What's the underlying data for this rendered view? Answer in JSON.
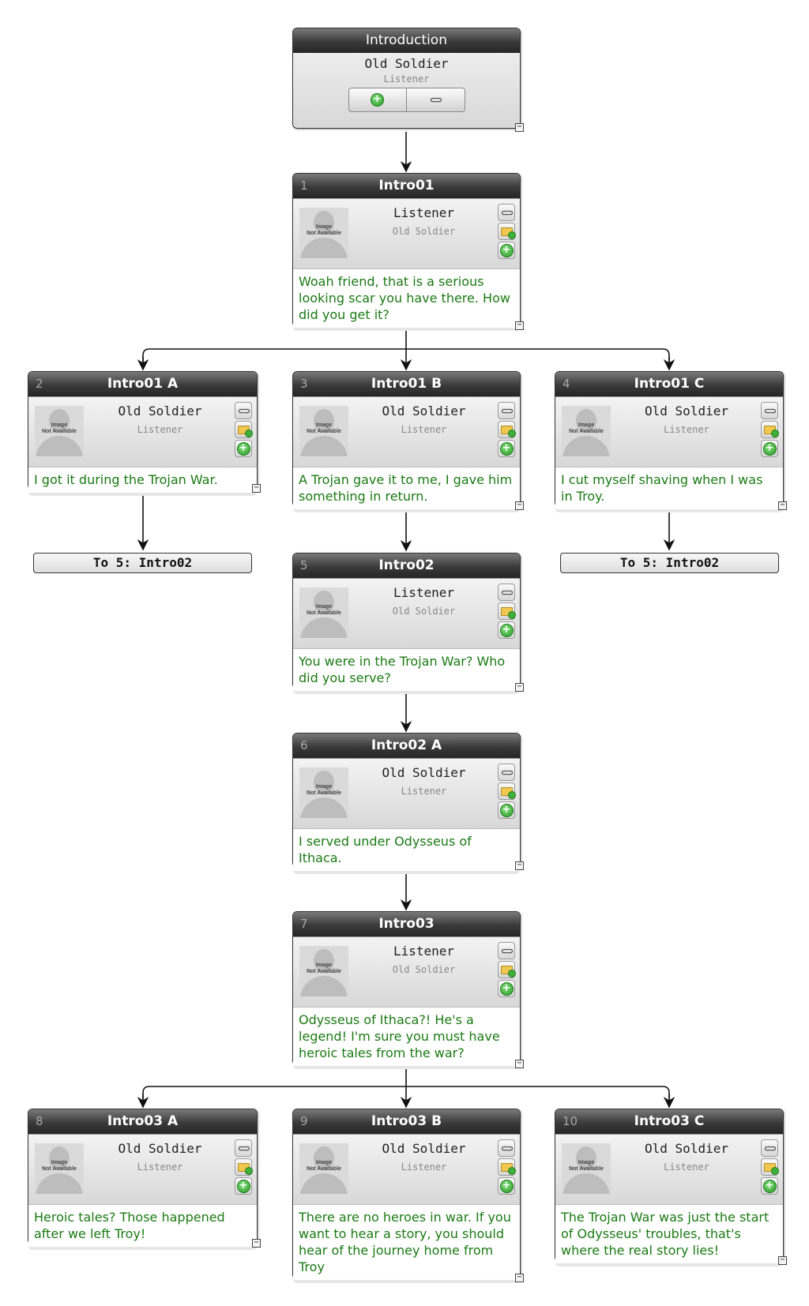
{
  "root": {
    "title": "Introduction",
    "speaker": "Old Soldier",
    "listener": "Listener"
  },
  "image_placeholder": "Image\nNot Available",
  "nodes": [
    {
      "id": "1",
      "title": "Intro01",
      "speaker": "Listener",
      "listener": "Old Soldier",
      "text": "Woah friend, that is a serious looking scar you have there. How did you get it?"
    },
    {
      "id": "2",
      "title": "Intro01 A",
      "speaker": "Old Soldier",
      "listener": "Listener",
      "text": "I got it during the Trojan War."
    },
    {
      "id": "3",
      "title": "Intro01 B",
      "speaker": "Old Soldier",
      "listener": "Listener",
      "text": "A Trojan gave it to me, I gave him something in return."
    },
    {
      "id": "4",
      "title": "Intro01 C",
      "speaker": "Old Soldier",
      "listener": "Listener",
      "text": "I cut myself shaving when I was in Troy."
    },
    {
      "id": "5",
      "title": "Intro02",
      "speaker": "Listener",
      "listener": "Old Soldier",
      "text": "You were in the Trojan War? Who did you serve?"
    },
    {
      "id": "6",
      "title": "Intro02 A",
      "speaker": "Old Soldier",
      "listener": "Listener",
      "text": "I served under Odysseus of Ithaca."
    },
    {
      "id": "7",
      "title": "Intro03",
      "speaker": "Listener",
      "listener": "Old Soldier",
      "text": "Odysseus of Ithaca?! He's a legend! I'm sure you must have heroic tales from the war?"
    },
    {
      "id": "8",
      "title": "Intro03 A",
      "speaker": "Old Soldier",
      "listener": "Listener",
      "text": "Heroic tales? Those happened after we left Troy!"
    },
    {
      "id": "9",
      "title": "Intro03 B",
      "speaker": "Old Soldier",
      "listener": "Listener",
      "text": "There are no heroes in war. If you want to hear a story, you should hear of the journey home from Troy"
    },
    {
      "id": "10",
      "title": "Intro03 C",
      "speaker": "Old Soldier",
      "listener": "Listener",
      "text": "The Trojan War was just the start of Odysseus' troubles, that's where the real story lies!"
    }
  ],
  "jumps": [
    {
      "label": "To 5: Intro02"
    },
    {
      "label": "To 5: Intro02"
    }
  ],
  "icons": {
    "link": "link-icon",
    "add_node": "add-icon",
    "folder_add": "folder-add-icon",
    "collapse": "collapse-icon"
  },
  "colors": {
    "dialogue_text": "#1a7a13",
    "header_dark": "#262626",
    "panel_light": "#d8d8d8"
  }
}
